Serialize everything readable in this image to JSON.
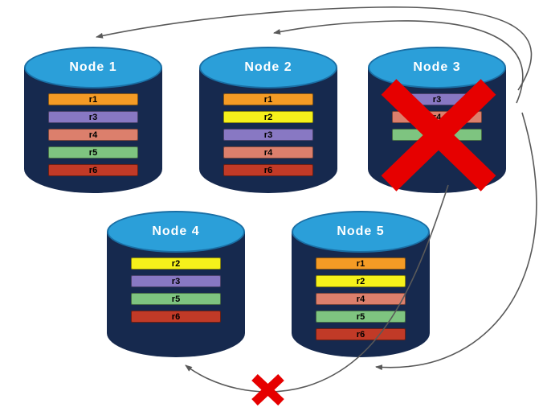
{
  "diagram": {
    "style": {
      "cylinder_top_color": "#2B9FD9",
      "cylinder_top_border": "#1A6FA5",
      "cylinder_body_color": "#16294E",
      "node_label_color": "#FFFFFF",
      "arrow_color": "#595959",
      "failure_color": "#E60000"
    },
    "nodes": [
      {
        "label": "Node  1",
        "records": [
          {
            "id": "r1",
            "color": "#F49B25"
          },
          {
            "id": "r3",
            "color": "#8878C3"
          },
          {
            "id": "r4",
            "color": "#DC7F6C"
          },
          {
            "id": "r5",
            "color": "#7EC480"
          },
          {
            "id": "r6",
            "color": "#C13A27"
          }
        ]
      },
      {
        "label": "Node  2",
        "records": [
          {
            "id": "r1",
            "color": "#F49B25"
          },
          {
            "id": "r2",
            "color": "#F5F11B"
          },
          {
            "id": "r3",
            "color": "#8878C3"
          },
          {
            "id": "r4",
            "color": "#DC7F6C"
          },
          {
            "id": "r6",
            "color": "#C13A27"
          }
        ]
      },
      {
        "label": "Node  3",
        "failed": true,
        "records": [
          {
            "id": "r3",
            "color": "#8878C3"
          },
          {
            "id": "r4",
            "color": "#DC7F6C"
          },
          {
            "id": "r5",
            "color": "#7EC480"
          }
        ]
      },
      {
        "label": "Node  4",
        "records": [
          {
            "id": "r2",
            "color": "#F5F11B"
          },
          {
            "id": "r3",
            "color": "#8878C3"
          },
          {
            "id": "r5",
            "color": "#7EC480"
          },
          {
            "id": "r6",
            "color": "#C13A27"
          }
        ]
      },
      {
        "label": "Node  5",
        "records": [
          {
            "id": "r1",
            "color": "#F49B25"
          },
          {
            "id": "r2",
            "color": "#F5F11B"
          },
          {
            "id": "r4",
            "color": "#DC7F6C"
          },
          {
            "id": "r5",
            "color": "#7EC480"
          },
          {
            "id": "r6",
            "color": "#C13A27"
          }
        ]
      }
    ],
    "arrows": [
      {
        "from": "node-3",
        "to": "node-1",
        "blocked": false
      },
      {
        "from": "node-3",
        "to": "node-2",
        "blocked": false
      },
      {
        "from": "node-3",
        "to": "node-5",
        "blocked": false
      },
      {
        "from": "node-3",
        "to": "node-4",
        "blocked": true
      }
    ],
    "failure_marks": [
      {
        "on": "node-3"
      },
      {
        "on": "arrow-node3-to-node4"
      }
    ]
  }
}
